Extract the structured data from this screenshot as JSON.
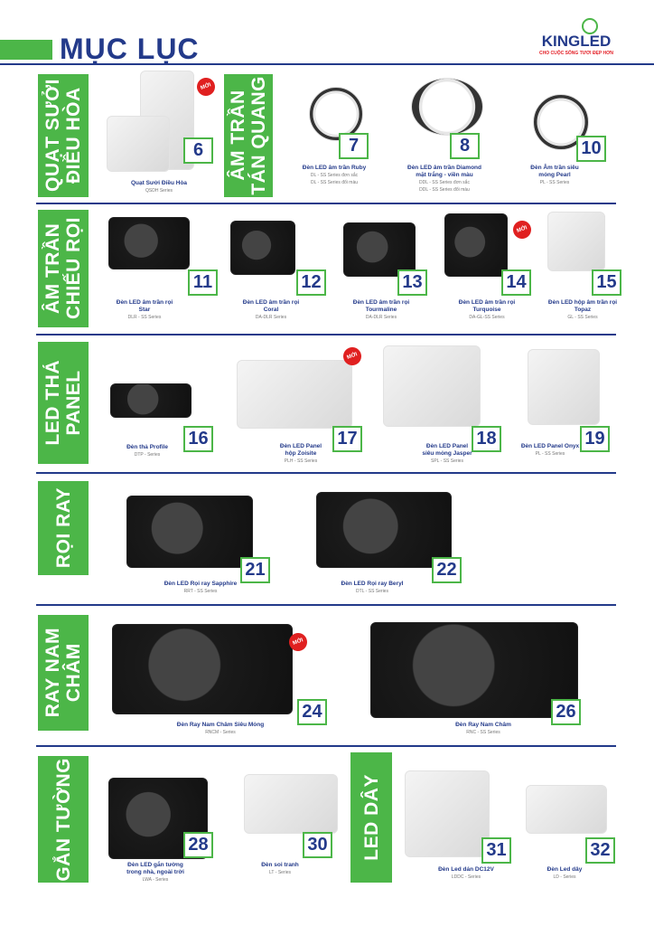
{
  "header": {
    "title": "MỤC LỤC",
    "logo_text": "KINGLED",
    "logo_tagline": "CHO CUỘC SỐNG TƯƠI ĐẸP HƠN"
  },
  "badge_new": "MỚI",
  "categories": [
    {
      "label": "QUẠT SƯỞI\nĐIỀU HÒA"
    },
    {
      "label": "ÂM TRẦN\nTÁN QUANG"
    },
    {
      "label": "ÂM TRẦN\nCHIẾU RỌI"
    },
    {
      "label": "LED THẢ\nPANEL"
    },
    {
      "label": "RỌI RAY"
    },
    {
      "label": "RAY NAM\nCHÂM"
    },
    {
      "label": "GẮN TƯỜNG"
    },
    {
      "label": "LED DÂY"
    }
  ],
  "items": [
    {
      "number": "6",
      "name": "Quạt Sưởi Điều Hòa",
      "series": [
        "QSDH Series"
      ]
    },
    {
      "number": "7",
      "name": "Đèn LED âm trần Ruby",
      "series": [
        "DL - SS Series đơn sắc",
        "DL - SS Series đổi màu"
      ]
    },
    {
      "number": "8",
      "name": "Đèn LED âm trần Diamond\nmặt trắng - viền màu",
      "series": [
        "DDL - SS Series đơn sắc",
        "DDL - SS Series đổi màu"
      ]
    },
    {
      "number": "10",
      "name": "Đèn Âm trần siêu\nmỏng Pearl",
      "series": [
        "PL - SS Series"
      ]
    },
    {
      "number": "11",
      "name": "Đèn LED âm trần rọi\nStar",
      "series": [
        "DLR - SS Series"
      ]
    },
    {
      "number": "12",
      "name": "Đèn LED âm trần rọi\nCoral",
      "series": [
        "DA-DLR Series"
      ]
    },
    {
      "number": "13",
      "name": "Đèn LED âm trần rọi\nTourmaline",
      "series": [
        "DA-DLR Series"
      ]
    },
    {
      "number": "14",
      "name": "Đèn LED âm trần rọi\nTurquoise",
      "series": [
        "DA-GL-SS Series"
      ]
    },
    {
      "number": "15",
      "name": "Đèn LED hộp âm trần rọi\nTopaz",
      "series": [
        "GL - SS Series"
      ]
    },
    {
      "number": "16",
      "name": "Đèn thả Profile",
      "series": [
        "DTP - Series"
      ]
    },
    {
      "number": "17",
      "name": "Đèn LED Panel\nhộp Zoisite",
      "series": [
        "PLH - SS Series"
      ]
    },
    {
      "number": "18",
      "name": "Đèn LED Panel\nsiêu mỏng Jasper",
      "series": [
        "SPL - SS Series"
      ]
    },
    {
      "number": "19",
      "name": "Đèn LED Panel Onyx",
      "series": [
        "PL - SS Series"
      ]
    },
    {
      "number": "21",
      "name": "Đèn LED Rọi ray Sapphire",
      "series": [
        "RRT - SS Series"
      ]
    },
    {
      "number": "22",
      "name": "Đèn LED Rọi ray Beryl",
      "series": [
        "DTL - SS Series"
      ]
    },
    {
      "number": "24",
      "name": "Đèn Ray Nam Châm Siêu Mỏng",
      "series": [
        "RNCM - Series"
      ]
    },
    {
      "number": "26",
      "name": "Đèn Ray Nam Châm",
      "series": [
        "RNC - SS Series"
      ]
    },
    {
      "number": "28",
      "name": "Đèn LED gắn tường\ntrong nhà, ngoài trời",
      "series": [
        "LWA - Series"
      ]
    },
    {
      "number": "30",
      "name": "Đèn soi tranh",
      "series": [
        "LT - Series"
      ]
    },
    {
      "number": "31",
      "name": "Đèn Led dán DC12V",
      "series": [
        "LDDC - Series"
      ]
    },
    {
      "number": "32",
      "name": "Đèn Led dây",
      "series": [
        "LD - Series"
      ]
    }
  ],
  "colors": {
    "green": "#4cb648",
    "navy": "#233a8a",
    "red": "#e02020"
  }
}
